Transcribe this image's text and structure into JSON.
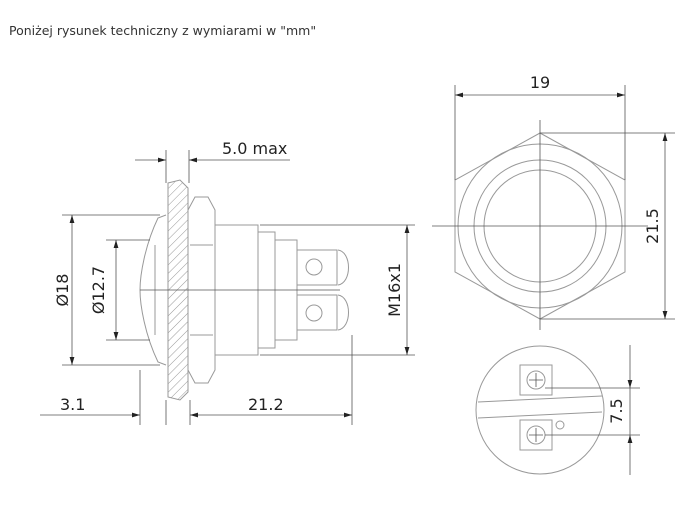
{
  "caption": "Poniżej rysunek techniczny z wymiarami w \"mm\"",
  "dimensions": {
    "panel_max": "5.0 max",
    "diameter_outer": "Ø18",
    "diameter_inner": "Ø12.7",
    "thread": "M16x1",
    "dome_depth": "3.1",
    "body_length": "21.2",
    "hex_width": "19",
    "hex_height": "21.5",
    "terminal_pitch": "7.5"
  }
}
